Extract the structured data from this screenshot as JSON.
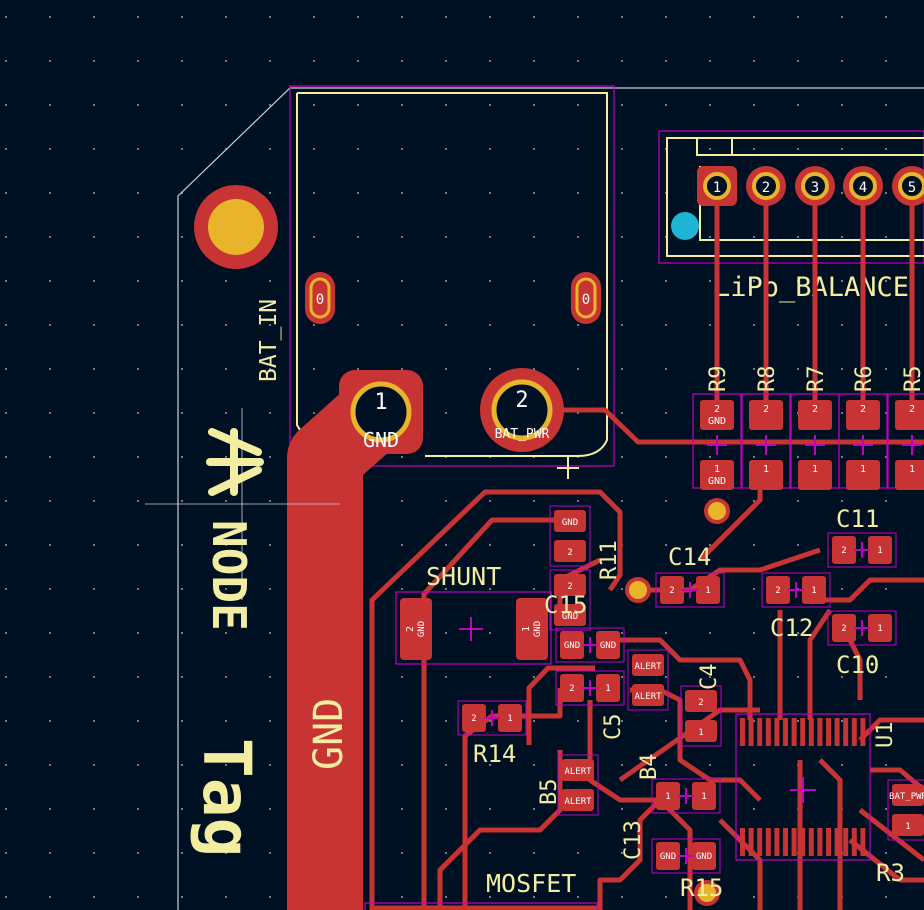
{
  "colors": {
    "background": "#001023",
    "grid": "#7a8aa0",
    "copper": "#c83434",
    "copper_dark": "#a02a2a",
    "silkscreen": "#f2eda1",
    "pad_gold": "#e8b42a",
    "courtyard": "#c200c2",
    "edge_cut": "#d0d0d0",
    "via_cyan": "#1eb4d4",
    "pad_text": "#ffffff"
  },
  "battery_connector": {
    "pin1_number": "1",
    "pin1_net": "GND",
    "pin2_number": "2",
    "pin2_net": "BAT_PWR",
    "mount_left": "0",
    "mount_right": "0"
  },
  "labels": {
    "bat_in": "BAT_IN",
    "lipo_balance": "LiPo_BALANCE",
    "shunt": "SHUNT",
    "mosfet": "MOSFET",
    "gnd_pour": "GND",
    "brand_node": "NODE",
    "brand_partial": "Tag"
  },
  "balance_pins": [
    "1",
    "2",
    "3",
    "4",
    "5"
  ],
  "resistor_refs": [
    "R9",
    "R8",
    "R7",
    "R6",
    "R5"
  ],
  "component_refs": {
    "r11": "R11",
    "r14": "R14",
    "c14": "C14",
    "c15": "C15",
    "c11": "C11",
    "c12": "C12",
    "c10": "C10",
    "c4": "C4",
    "c5": "C5",
    "b4": "B4",
    "b5": "B5",
    "c13": "C13",
    "r15": "R15",
    "u1": "U1",
    "r3": "R3"
  },
  "pad_labels": {
    "gnd": "GND",
    "alert": "ALERT",
    "bat_pwr": "BAT_PWR",
    "one": "1",
    "two": "2"
  }
}
